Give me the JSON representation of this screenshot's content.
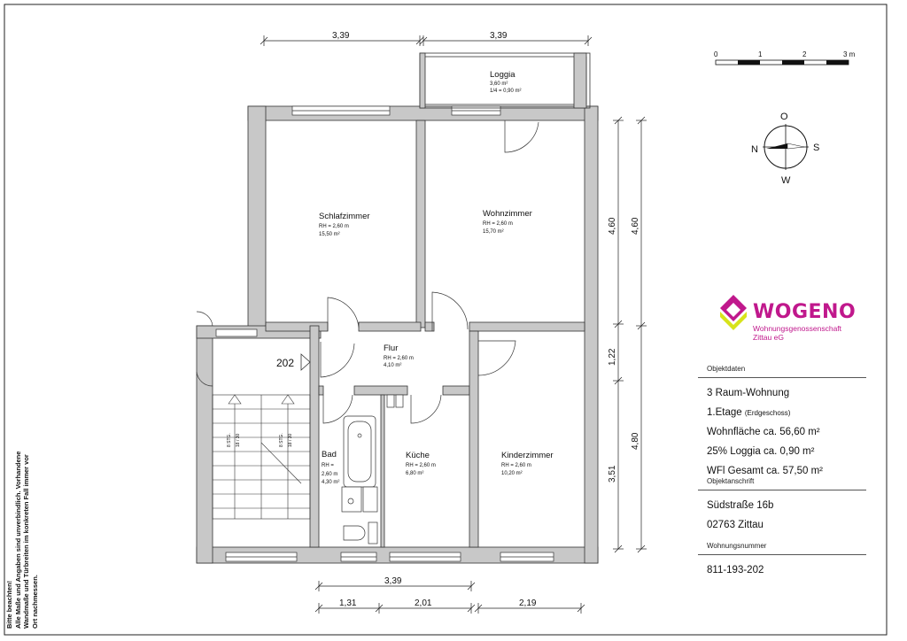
{
  "rooms": {
    "loggia": {
      "name": "Loggia",
      "area": "3,60 m²",
      "share": "1/4 = 0,90 m²"
    },
    "schlafzimmer": {
      "name": "Schlafzimmer",
      "height": "RH = 2,60 m",
      "area": "15,50 m²"
    },
    "wohnzimmer": {
      "name": "Wohnzimmer",
      "height": "RH = 2,60 m",
      "area": "15,70 m²"
    },
    "flur": {
      "name": "Flur",
      "height": "RH = 2,60 m",
      "area": "4,10 m²"
    },
    "bad": {
      "name": "Bad",
      "height1": "RH =",
      "height2": "2,60 m",
      "area": "4,30 m²"
    },
    "kueche": {
      "name": "Küche",
      "height": "RH = 2,60 m",
      "area": "6,80 m²"
    },
    "kinderzimmer": {
      "name": "Kinderzimmer",
      "height": "RH = 2,60 m",
      "area": "10,20 m²"
    }
  },
  "apartment_number_label": "202",
  "stairs": {
    "steps_a": "8 STG.",
    "ratio_a": "18 / 30",
    "steps_b": "8 STG.",
    "ratio_b": "18 / 30"
  },
  "dimensions": {
    "top_left": "3,39",
    "top_right": "3,39",
    "right_upper_a": "4,60",
    "right_upper_b": "4,60",
    "right_middle": "1,22",
    "right_lower_a": "3,51",
    "right_lower_b": "4,80",
    "bottom_total": "3,39",
    "bottom_a": "1,31",
    "bottom_b": "2,01",
    "bottom_c": "2,19"
  },
  "scale_bar": {
    "labels": [
      "0",
      "1",
      "2",
      "3 m"
    ]
  },
  "compass": {
    "north": "O",
    "east": "S",
    "west": "N",
    "south": "W"
  },
  "logo": {
    "name": "WOGENO",
    "line1": "Wohnungsgenossenschaft",
    "line2": "Zittau eG"
  },
  "info": {
    "objektdaten_label": "Objektdaten",
    "type": "3 Raum-Wohnung",
    "floor": "1.Etage",
    "floor_note": "(Erdgeschoss)",
    "living_area": "Wohnfläche ca. 56,60 m²",
    "loggia": "25% Loggia ca. 0,90 m²",
    "total": "WFl Gesamt ca. 57,50 m²",
    "address_label": "Objektanschrift",
    "street": "Südstraße 16b",
    "city": "02763 Zittau",
    "unit_label": "Wohnungsnummer",
    "unit_number": "811-193-202"
  },
  "disclaimer": [
    "Bitte beachten!",
    "Alle Maße und Angaben sind unverbindlich. Vorhandene",
    "Wandmaße und Türbreiten im konkreten Fall immer vor",
    "Ort nachmessen."
  ]
}
